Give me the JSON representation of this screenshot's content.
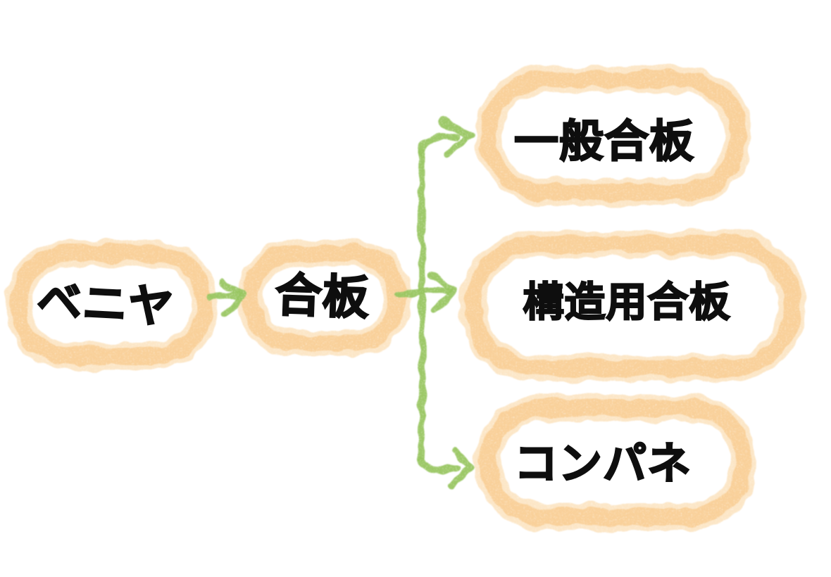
{
  "diagram": {
    "background": "#FFFFFF",
    "colors": {
      "node_border_light": "#F9CB87",
      "node_border_core": "#F4AF56",
      "node_fill": "#FFFFFF",
      "arrow": "#97C55F",
      "text": "#0E0E0E"
    },
    "nodes": [
      {
        "id": "beniya",
        "label": "ベニヤ"
      },
      {
        "id": "gohan",
        "label": "合板"
      },
      {
        "id": "ippan-gohan",
        "label": "一般合板"
      },
      {
        "id": "kozoyo-gohan",
        "label": "構造用合板"
      },
      {
        "id": "konpane",
        "label": "コンパネ"
      }
    ],
    "edges": [
      {
        "from": "ベニヤ",
        "to": "合板"
      },
      {
        "from": "合板",
        "to": "一般合板"
      },
      {
        "from": "合板",
        "to": "構造用合板"
      },
      {
        "from": "合板",
        "to": "コンパネ"
      }
    ]
  }
}
